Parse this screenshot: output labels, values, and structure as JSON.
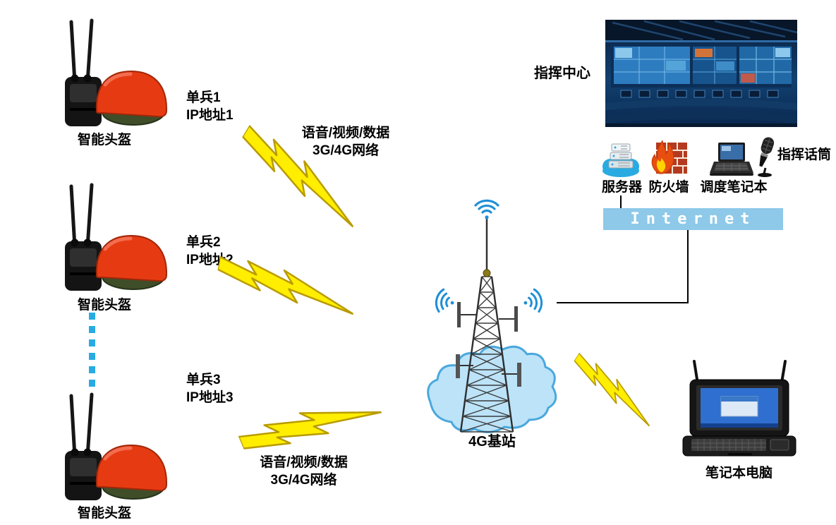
{
  "colors": {
    "lightning_fill": "#ffee00",
    "lightning_stroke": "#b89b00",
    "internet_bar_bg": "#8ec9e9",
    "dotted_line": "#29abe2",
    "helmet_red": "#e63b12"
  },
  "units": [
    {
      "name": "单兵1",
      "ip": "IP地址1",
      "helmet_label": "智能头盔"
    },
    {
      "name": "单兵2",
      "ip": "IP地址2",
      "helmet_label": "智能头盔"
    },
    {
      "name": "单兵3",
      "ip": "IP地址3",
      "helmet_label": "智能头盔"
    }
  ],
  "links": {
    "top": {
      "line1": "语音/视频/数据",
      "line2": "3G/4G网络"
    },
    "bottom": {
      "line1": "语音/视频/数据",
      "line2": "3G/4G网络"
    }
  },
  "base_station": {
    "label": "4G基站"
  },
  "command": {
    "center_label": "指挥中心",
    "server_label": "服务器",
    "firewall_label": "防火墙",
    "dispatch_laptop_label": "调度笔记本",
    "mic_label": "指挥话筒",
    "internet_label": "Internet"
  },
  "field_laptop": {
    "label": "笔记本电脑"
  }
}
